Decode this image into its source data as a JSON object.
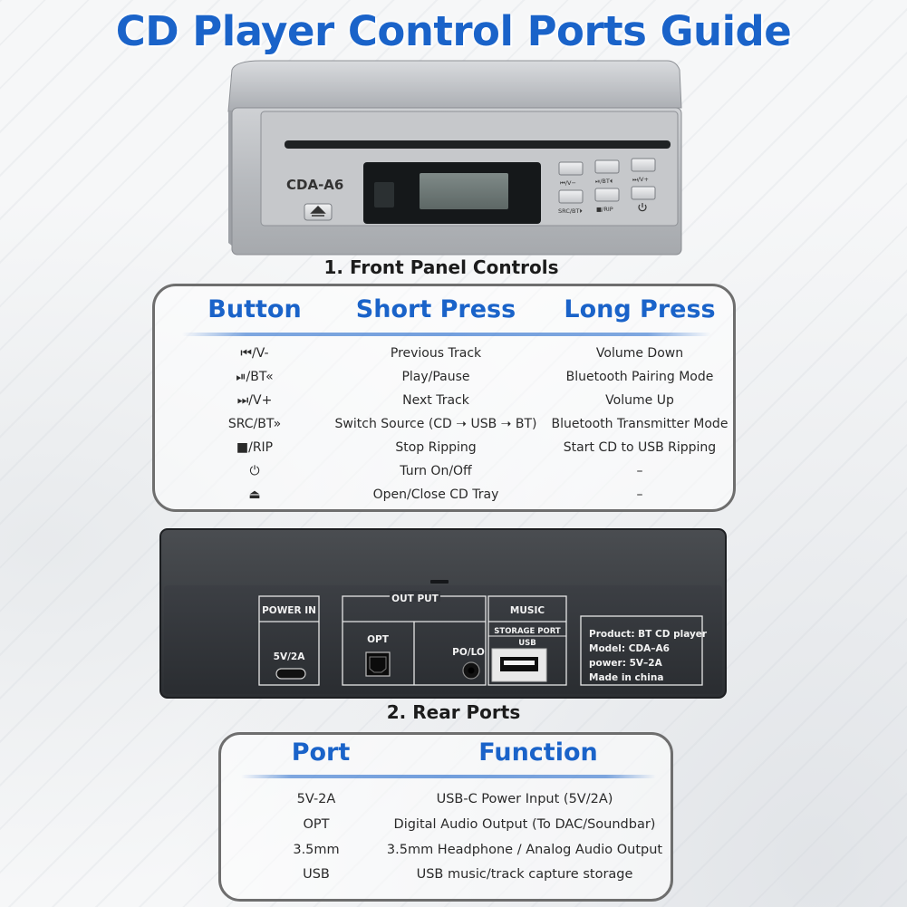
{
  "title": "CD Player Control Ports Guide",
  "front_panel": {
    "section_title": "1. Front Panel Controls",
    "device": {
      "model_label": "CDA-A6",
      "button_labels": [
        "⏮/V−",
        "⏯/BT⏴",
        "⏭/V+",
        "SRC/BT⏵",
        "■/RIP"
      ]
    },
    "headers": {
      "button": "Button",
      "short_press": "Short Press",
      "long_press": "Long Press"
    },
    "rows": [
      {
        "button": "⏮/V-",
        "short": "Previous Track",
        "long": "Volume Down"
      },
      {
        "button": "⏯/BT«",
        "short": "Play/Pause",
        "long": "Bluetooth Pairing Mode"
      },
      {
        "button": "⏭/V+",
        "short": "Next Track",
        "long": "Volume Up"
      },
      {
        "button": "SRC/BT»",
        "short": "Switch Source (CD ➝ USB ➝ BT)",
        "long": "Bluetooth Transmitter Mode"
      },
      {
        "button": "■/RIP",
        "short": "Stop Ripping",
        "long": "Start CD to USB Ripping"
      },
      {
        "button": "⏻",
        "short": "Turn On/Off",
        "long": "–"
      },
      {
        "button": "⏏",
        "short": "Open/Close CD Tray",
        "long": "–"
      }
    ]
  },
  "rear_panel": {
    "section_title": "2. Rear Ports",
    "device": {
      "power_in": "POWER IN",
      "power_rating": "5V/2A",
      "output": "OUT PUT",
      "opt": "OPT",
      "po_lo": "PO/LO",
      "music": "MUSIC",
      "storage_port": "STORAGE PORT",
      "usb": "USB",
      "label_lines": [
        "Product: BT CD player",
        "Model: CDA–A6",
        "power: 5V–2A",
        "Made in china"
      ]
    },
    "headers": {
      "port": "Port",
      "function": "Function"
    },
    "rows": [
      {
        "port": "5V-2A",
        "function": "USB-C Power Input (5V/2A)"
      },
      {
        "port": "OPT",
        "function": "Digital Audio Output (To DAC/Soundbar)"
      },
      {
        "port": "3.5mm",
        "function": "3.5mm Headphone / Analog Audio Output"
      },
      {
        "port": "USB",
        "function": "USB music/track capture storage"
      }
    ]
  }
}
